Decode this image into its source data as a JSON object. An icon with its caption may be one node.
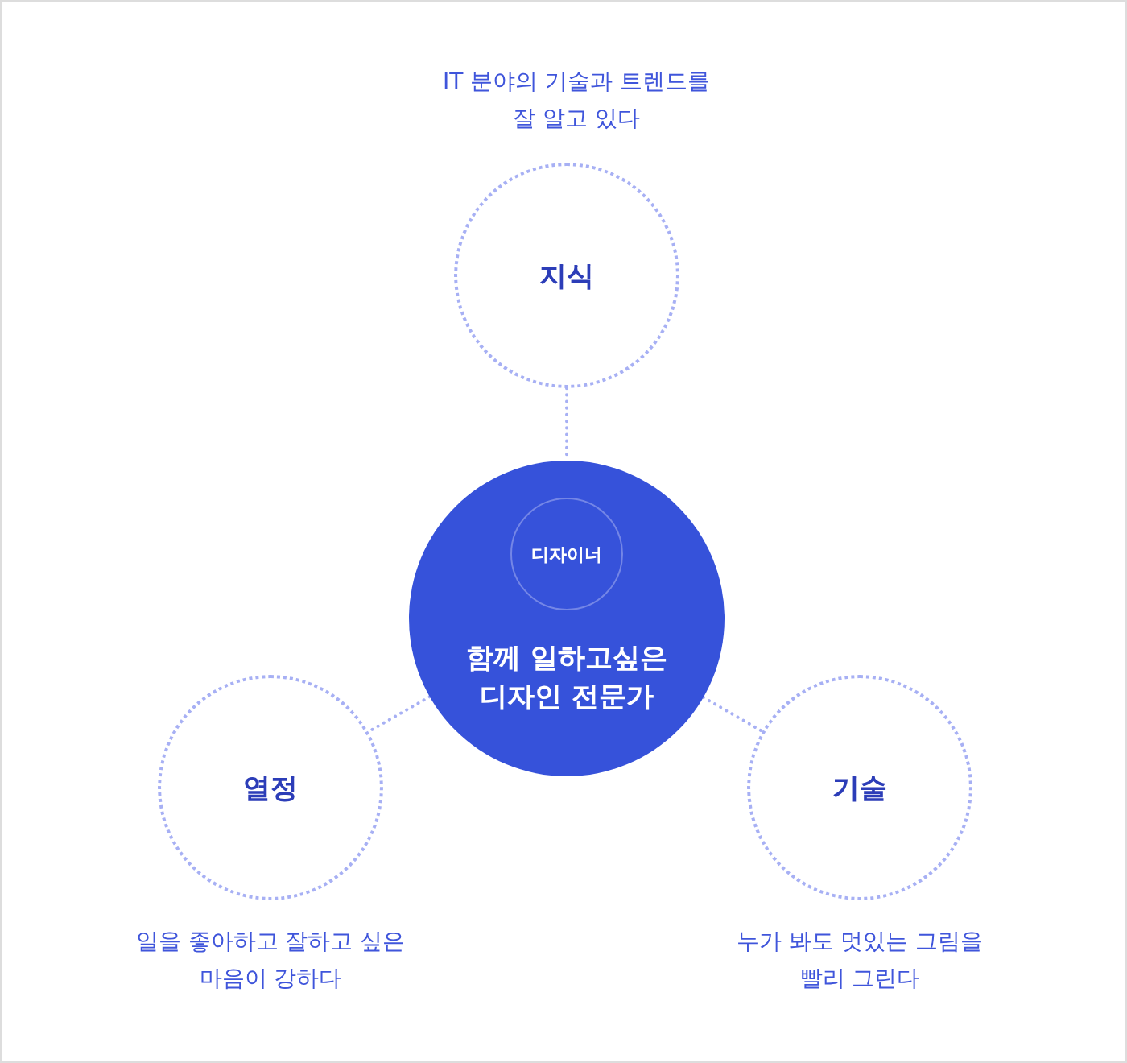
{
  "diagram": {
    "nodes": [
      {
        "text": [
          "지식"
        ],
        "beside": [
          "IT 분야의 기술과 트렌드를 잘 알고 있다"
        ]
      },
      {
        "text": [
          "함께 일하고싶은 디자인 전문가"
        ]
      },
      {
        "text": [
          "디자이너"
        ],
        "in": 1
      },
      {
        "text": [
          "열정"
        ],
        "beside": [
          "일을 좋아하고 잘하고 싶은 마음이 강하다"
        ]
      },
      {
        "text": [
          "기술"
        ],
        "beside": [
          "누가 봐도 멋있는 그림을 빨리 그린다"
        ]
      }
    ],
    "edges": [
      {
        "from": 0,
        "to": 1,
        "arrow": "none"
      },
      {
        "from": 1,
        "to": 3,
        "arrow": "none"
      },
      {
        "from": 1,
        "to": 4,
        "arrow": "none"
      }
    ]
  }
}
